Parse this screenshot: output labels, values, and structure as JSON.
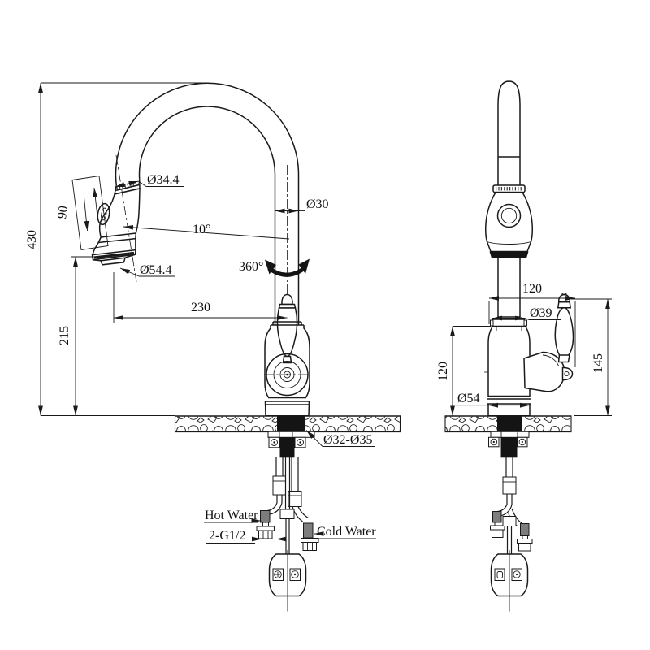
{
  "views": {
    "front": {
      "dims": {
        "total_height": "430",
        "spray_travel": "90",
        "spray_connect_dia": "Ø34.4",
        "spray_face_dia": "Ø54.4",
        "tilt_angle": "10°",
        "spout_dia": "Ø30",
        "swivel_angle": "360°",
        "spout_reach": "230",
        "spray_height": "215",
        "mount_hole_dia": "Ø32-Ø35"
      },
      "labels": {
        "hot": "Hot Water",
        "thread": "2-G1/2",
        "cold": "Cold Water"
      }
    },
    "side": {
      "dims": {
        "top_offset": "120",
        "collar_dia": "Ø39",
        "body_height": "120",
        "base_dia": "Ø54",
        "handle_height": "145"
      }
    }
  },
  "colors": {
    "line": "#1a1a1a",
    "hose_connector": "#7d7d7d",
    "mount_black": "#141414",
    "background": "#ffffff"
  }
}
